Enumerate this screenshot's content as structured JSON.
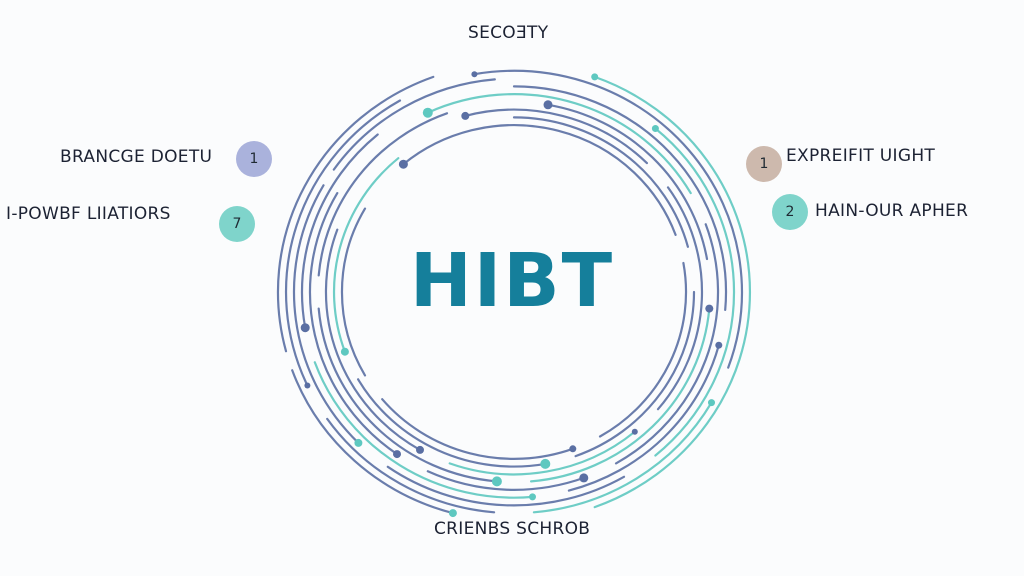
{
  "colors": {
    "background": "#fbfcfd",
    "ring_blue": "#5a6fa3",
    "ring_teal": "#5ec8c0",
    "title": "#157f9b",
    "label_text": "#1c2233"
  },
  "diagram": {
    "center_title": "HIBT",
    "top_label": "SECOƎTY",
    "bottom_label": "CRIENBS SCHROB",
    "left_items": [
      {
        "label": "BRANCGE DOETU",
        "badge": "1",
        "badge_color": "#aab2dc"
      },
      {
        "label": "I-POWBF LIIATIORS",
        "badge": "7",
        "badge_color": "#7fd4cb"
      }
    ],
    "right_items": [
      {
        "label": "EXPREIFIT UIGHT",
        "badge": "1",
        "badge_color": "#cdb9ad"
      },
      {
        "label": "HAIN-OUR APHER",
        "badge": "2",
        "badge_color": "#7fd4cb"
      }
    ]
  }
}
